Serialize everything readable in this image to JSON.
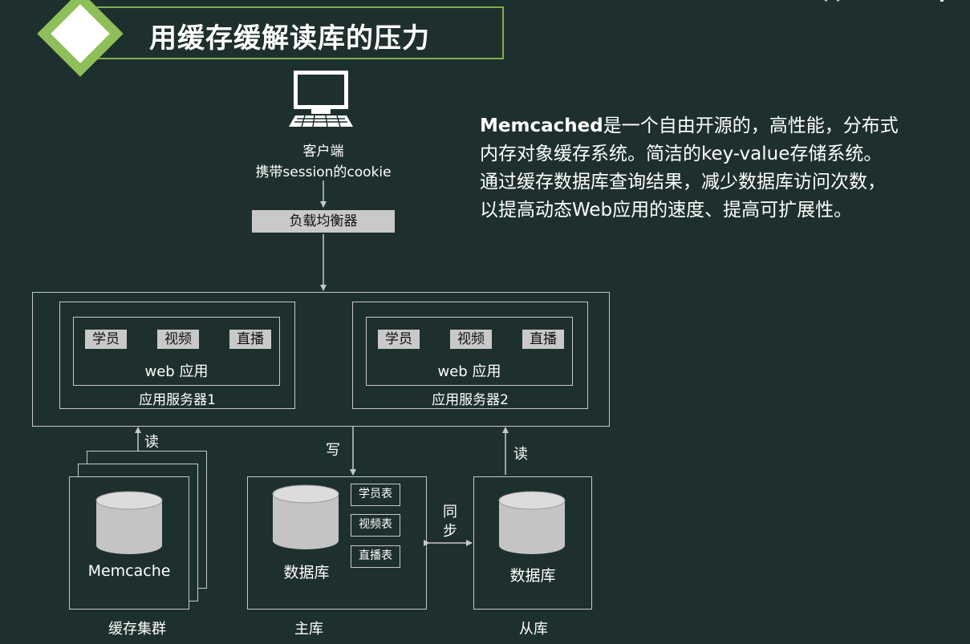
{
  "title": "用缓存缓解读库的压力",
  "description": {
    "line1_bold": "Memcached",
    "line1_rest": "是一个自由开源的，高性能，分布式",
    "line2": "内存对象缓存系统。简洁的key-value存储系统。",
    "line3": "通过缓存数据库查询结果，减少数据库访问次数，",
    "line4": "以提高动态Web应用的速度、提高可扩展性。"
  },
  "client": {
    "name": "客户端",
    "note": "携带session的cookie"
  },
  "load_balancer": "负载均衡器",
  "servers": [
    {
      "label": "应用服务器1",
      "app": "web 应用",
      "modules": [
        "学员",
        "视频",
        "直播"
      ]
    },
    {
      "label": "应用服务器2",
      "app": "web 应用",
      "modules": [
        "学员",
        "视频",
        "直播"
      ]
    }
  ],
  "arrows": {
    "read_left": "读",
    "write": "写",
    "read_right": "读",
    "sync_line1": "同",
    "sync_line2": "步"
  },
  "cache": {
    "name": "Memcache",
    "caption": "缓存集群"
  },
  "master": {
    "name": "数据库",
    "caption": "主库",
    "tables": [
      "学员表",
      "视频表",
      "直播表"
    ]
  },
  "slave": {
    "name": "数据库",
    "caption": "从库"
  },
  "colors": {
    "background": "#1e302d",
    "accent": "#8fbf5a",
    "line": "#c8c8c8",
    "tag": "#c9c9c9"
  }
}
